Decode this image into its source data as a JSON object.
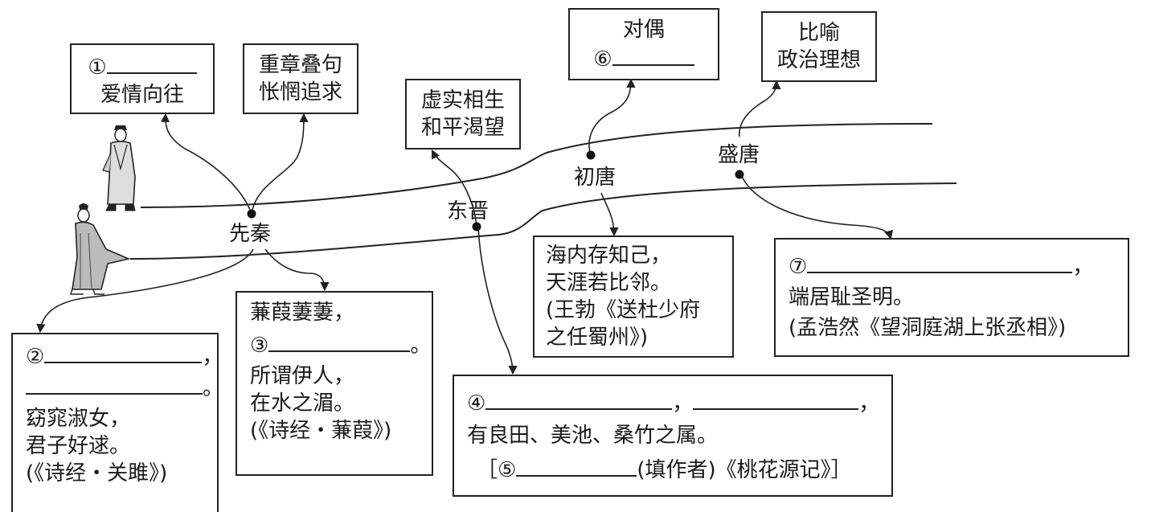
{
  "eras": {
    "xianqin": "先秦",
    "dongjin": "东晋",
    "chutang": "初唐",
    "shengtang": "盛唐"
  },
  "top_boxes": {
    "box1": {
      "num": "①",
      "line2": "爱情向往"
    },
    "box2": {
      "line1": "重章叠句",
      "line2": "怅惘追求"
    },
    "box3": {
      "line1": "虚实相生",
      "line2": "和平渴望"
    },
    "box4": {
      "line1": "对偶",
      "num": "⑥"
    },
    "box5": {
      "line1": "比喻",
      "line2": "政治理想"
    }
  },
  "poem_guanju": {
    "num": "②",
    "comma": "，",
    "period": "。",
    "line3": "窈窕淑女，",
    "line4": "君子好逑。",
    "source": "(《诗经・关雎》)"
  },
  "poem_jianjia": {
    "line1": "蒹葭萋萋，",
    "num": "③",
    "period": "。",
    "line3": "所谓伊人，",
    "line4": "在水之湄。",
    "source": "(《诗经・蒹葭》)"
  },
  "poem_taohua": {
    "num": "④",
    "comma_mid": "，",
    "comma_end": "，",
    "line2": "有良田、美池、桑竹之属。",
    "bracket_open": "［",
    "num5": "⑤",
    "author_hint": "(填作者)《桃花源记》",
    "bracket_close": "］"
  },
  "poem_wangbo": {
    "line1": "海内存知己，",
    "line2": "天涯若比邻。",
    "line3": "(王勃《送杜少府",
    "line4": "之任蜀州》)"
  },
  "poem_menghaoran": {
    "num": "⑦",
    "comma": "，",
    "line2": "端居耻圣明。",
    "line3": "(孟浩然《望洞庭湖上张丞相》)"
  }
}
